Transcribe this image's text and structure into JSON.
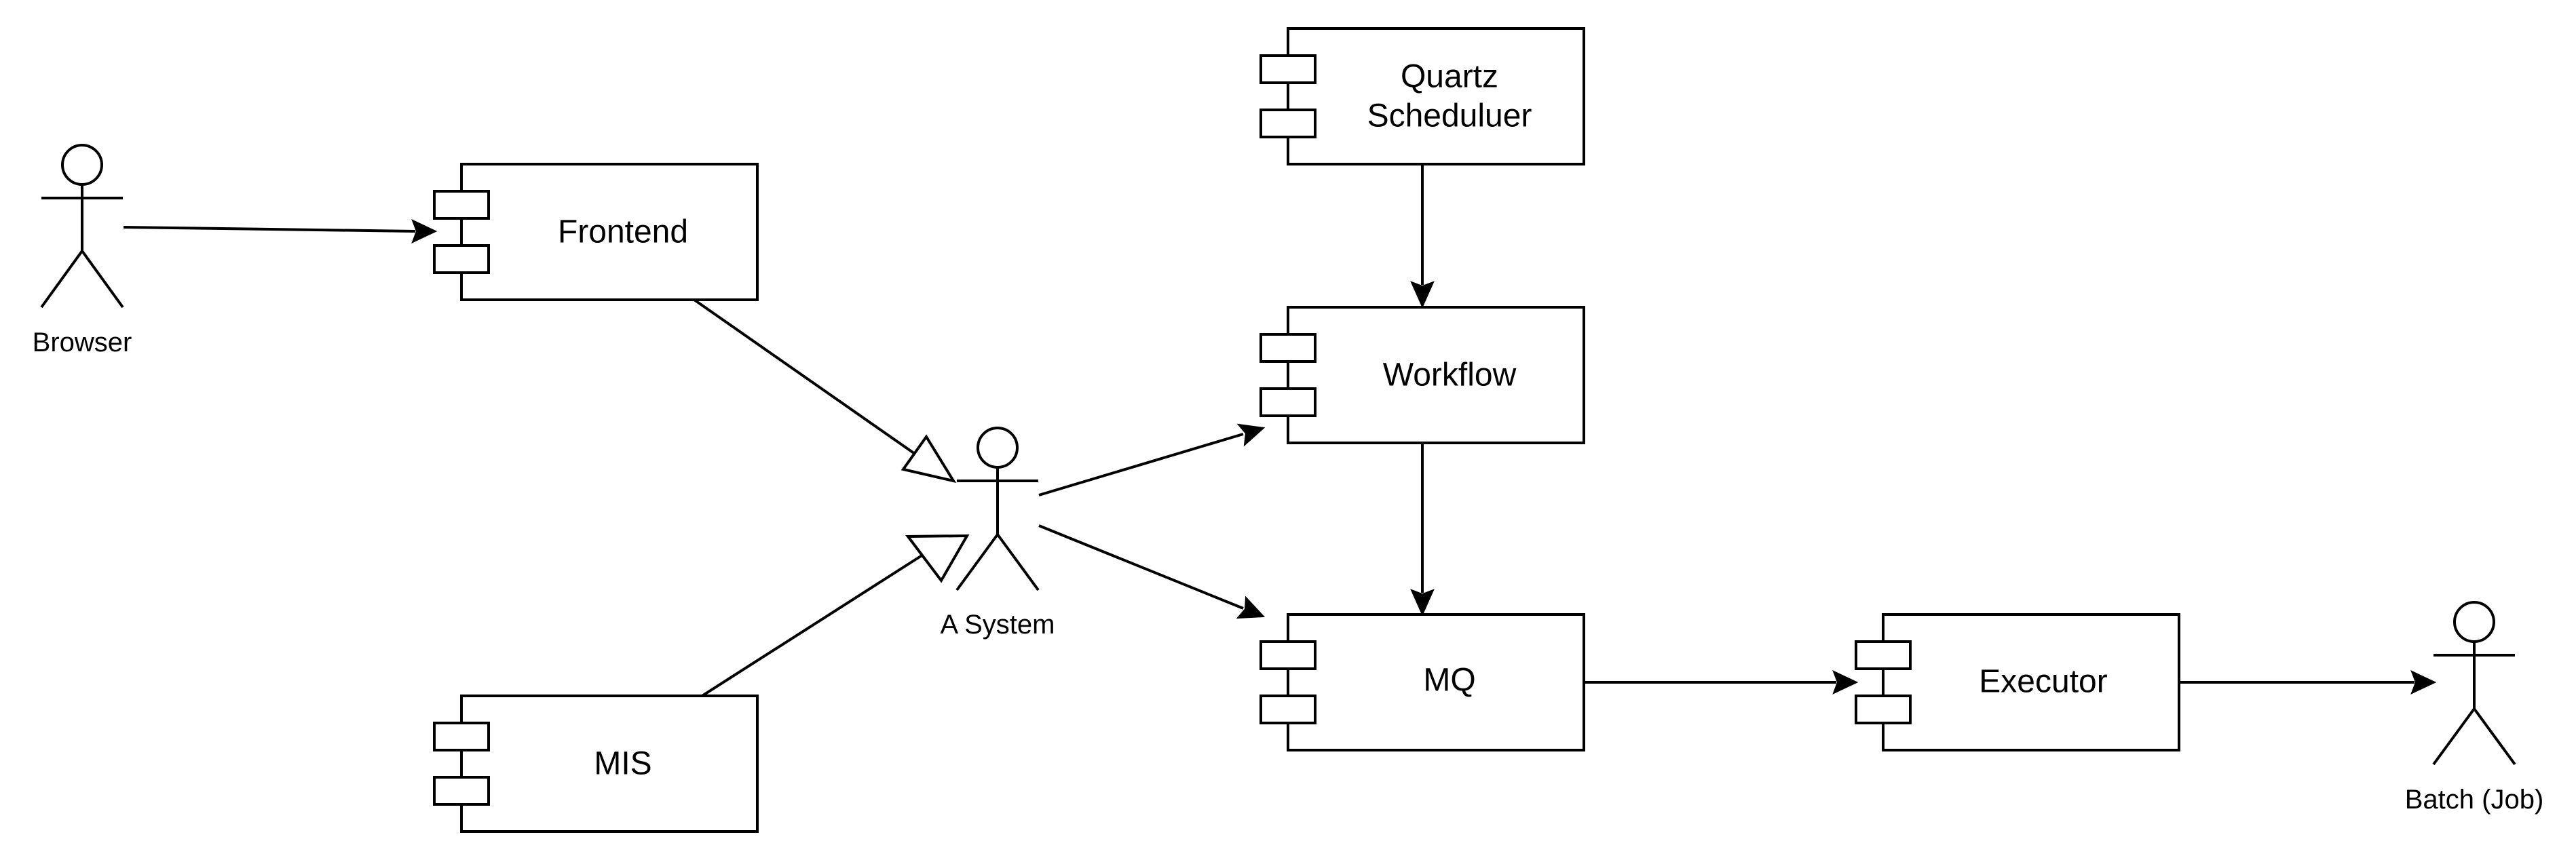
{
  "components": {
    "frontend": {
      "label": "Frontend"
    },
    "mis": {
      "label": "MIS"
    },
    "quartz": {
      "label_line1": "Quartz",
      "label_line2": "Scheduluer"
    },
    "workflow": {
      "label": "Workflow"
    },
    "mq": {
      "label": "MQ"
    },
    "executor": {
      "label": "Executor"
    }
  },
  "actors": {
    "browser": {
      "label": "Browser"
    },
    "a_system": {
      "label": "A System"
    },
    "batch_job": {
      "label": "Batch (Job)"
    }
  },
  "colors": {
    "stroke": "#000000",
    "fill": "#ffffff",
    "background": "#ffffff"
  },
  "icons": {
    "component": "uml-component-icon",
    "actor": "uml-actor-icon"
  }
}
